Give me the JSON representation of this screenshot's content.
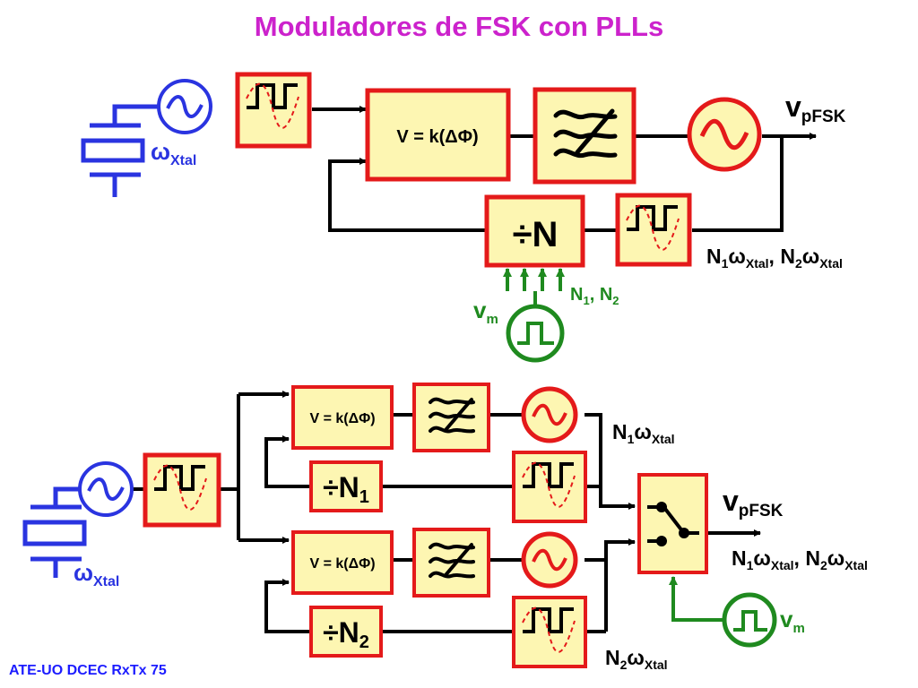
{
  "title": "Moduladores de FSK con PLLs",
  "footer": "ATE-UO DCEC RxTx 75",
  "top": {
    "xtal_label": {
      "main": "ω",
      "sub": "Xtal"
    },
    "phase_detector": "V = k(ΔΦ)",
    "divider": "÷N",
    "output": {
      "main": "v",
      "sub": "pFSK"
    },
    "freqs": {
      "n1": "N",
      "n1_sub": "1",
      "w1": "ω",
      "w1_sub": "Xtal",
      "sep": ", ",
      "n2": "N",
      "n2_sub": "2",
      "w2": "ω",
      "w2_sub": "Xtal"
    },
    "control": {
      "main": "N",
      "sub1": "1",
      "sep": ", ",
      "main2": "N",
      "sub2": "2"
    },
    "vm": {
      "main": "v",
      "sub": "m"
    }
  },
  "bottom": {
    "xtal_label": {
      "main": "ω",
      "sub": "Xtal"
    },
    "phase_detector_1": "V = k(ΔΦ)",
    "phase_detector_2": "V = k(ΔΦ)",
    "divider_1": {
      "main": "÷N",
      "sub": "1"
    },
    "divider_2": {
      "main": "÷N",
      "sub": "2"
    },
    "freq_1": {
      "n": "N",
      "n_sub": "1",
      "w": "ω",
      "w_sub": "Xtal"
    },
    "freq_2": {
      "n": "N",
      "n_sub": "2",
      "w": "ω",
      "w_sub": "Xtal"
    },
    "output": {
      "main": "v",
      "sub": "pFSK"
    },
    "freqs": {
      "n1": "N",
      "n1_sub": "1",
      "w1": "ω",
      "w1_sub": "Xtal",
      "sep": ", ",
      "n2": "N",
      "n2_sub": "2",
      "w2": "ω",
      "w2_sub": "Xtal"
    },
    "vm": {
      "main": "v",
      "sub": "m"
    }
  },
  "colors": {
    "block_fill": "#fdf6b2",
    "block_border": "#e41a1a",
    "title": "#cc22cc",
    "xtal": "#2a34e0",
    "control": "#1f8a1f",
    "signal": "#000000"
  }
}
